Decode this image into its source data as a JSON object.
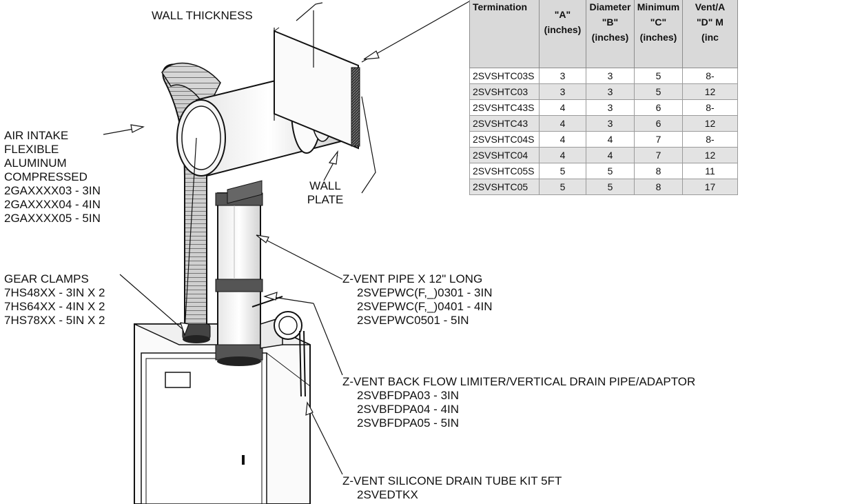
{
  "labels": {
    "wall_thickness": "WALL THICKNESS",
    "wall_plate": [
      "WALL",
      "PLATE"
    ],
    "air_intake": [
      "AIR INTAKE",
      "FLEXIBLE",
      "ALUMINUM",
      "COMPRESSED",
      "2GAXXXX03 - 3IN",
      "2GAXXXX04 - 4IN",
      "2GAXXXX05 - 5IN"
    ],
    "gear_clamps": [
      "GEAR CLAMPS",
      "7HS48XX - 3IN X 2",
      "7HS64XX - 4IN X 2",
      "7HS78XX - 5IN X 2"
    ],
    "zvent_pipe": [
      "Z-VENT PIPE X 12\" LONG",
      "2SVEPWC(F,_)0301 - 3IN",
      "2SVEPWC(F,_)0401 - 4IN",
      "2SVEPWC0501 - 5IN"
    ],
    "backflow": [
      "Z-VENT BACK FLOW LIMITER/VERTICAL DRAIN PIPE/ADAPTOR",
      "2SVBFDPA03 - 3IN",
      "2SVBFDPA04 - 4IN",
      "2SVBFDPA05 - 5IN"
    ],
    "drain_tube": [
      "Z-VENT SILICONE DRAIN TUBE KIT 5FT",
      "2SVEDTKX"
    ]
  },
  "table": {
    "headers": [
      [
        "Termination"
      ],
      [
        "\"A\"",
        "(inches)"
      ],
      [
        "Diameter",
        "\"B\"",
        "(inches)"
      ],
      [
        "Minimum",
        "\"C\"",
        "(inches)"
      ],
      [
        "Vent/A",
        "\"D\" M",
        "(inc"
      ]
    ],
    "rows": [
      [
        "2SVSHTC03S",
        "3",
        "3",
        "5",
        "8-"
      ],
      [
        "2SVSHTC03",
        "3",
        "3",
        "5",
        "12"
      ],
      [
        "2SVSHTC43S",
        "4",
        "3",
        "6",
        "8-"
      ],
      [
        "2SVSHTC43",
        "4",
        "3",
        "6",
        "12"
      ],
      [
        "2SVSHTC04S",
        "4",
        "4",
        "7",
        "8-"
      ],
      [
        "2SVSHTC04",
        "4",
        "4",
        "7",
        "12"
      ],
      [
        "2SVSHTC05S",
        "5",
        "5",
        "8",
        "11"
      ],
      [
        "2SVSHTC05",
        "5",
        "5",
        "8",
        "17"
      ]
    ]
  },
  "colors": {
    "line": "#111111",
    "header_bg": "#d9d9d9",
    "alt_row_bg": "#e3e3e3"
  }
}
